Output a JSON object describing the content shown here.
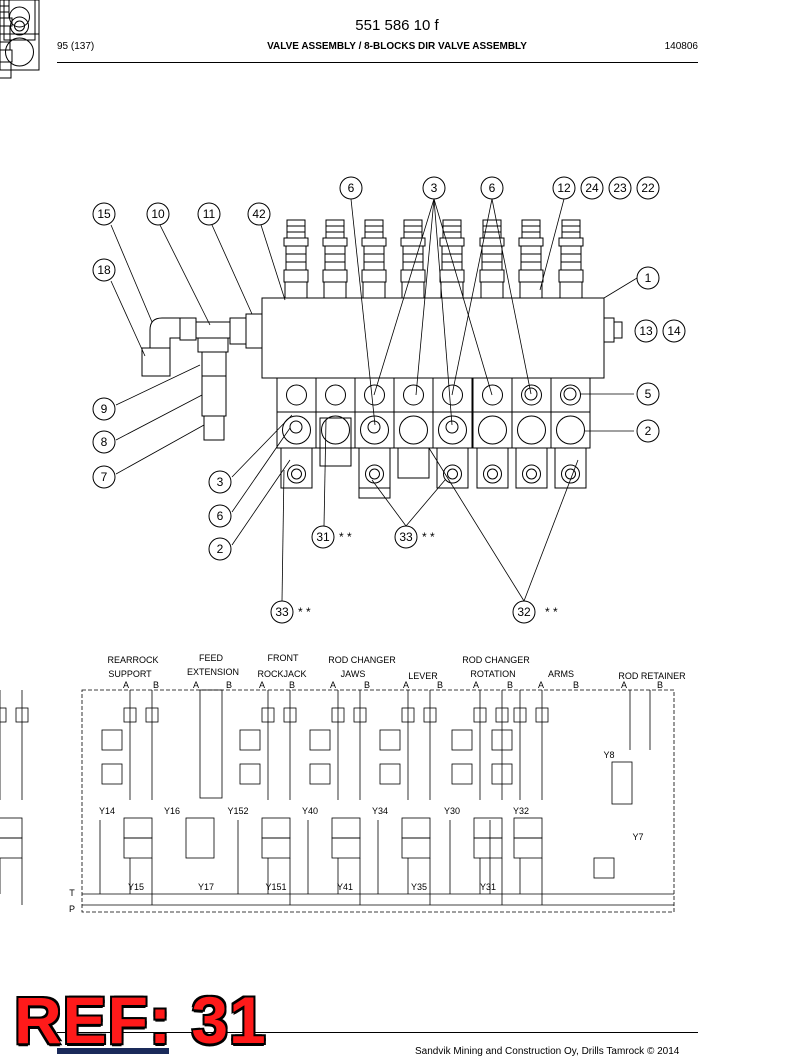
{
  "header": {
    "doc_number": "551 586 10 f",
    "page": "95 (137)",
    "title": "VALVE ASSEMBLY / 8-BLOCKS DIR VALVE ASSEMBLY",
    "date": "140806"
  },
  "callouts": {
    "c6a": "6",
    "c3a": "3",
    "c6b": "6",
    "c12": "12",
    "c24": "24",
    "c23": "23",
    "c22": "22",
    "c15": "15",
    "c10": "10",
    "c11": "11",
    "c42": "42",
    "c18": "18",
    "c1": "1",
    "c13": "13",
    "c14": "14",
    "c5": "5",
    "c9": "9",
    "c2a": "2",
    "c8": "8",
    "c7": "7",
    "c3b": "3",
    "c6c": "6",
    "c2b": "2",
    "c31": "31",
    "c33a": "33",
    "c33b": "33",
    "c32": "32"
  },
  "asterisks": "* *",
  "schematic": {
    "sections": {
      "rearrock": [
        "REARROCK",
        "SUPPORT"
      ],
      "feed": [
        "FEED",
        "EXTENSION"
      ],
      "front": [
        "FRONT",
        "ROCKJACK"
      ],
      "rodjaws": [
        "ROD CHANGER",
        "JAWS"
      ],
      "lever": [
        "LEVER"
      ],
      "rodrot": [
        "ROD CHANGER",
        "ROTATION"
      ],
      "arms": [
        "ARMS"
      ],
      "retainer": [
        "ROD RETAINER"
      ]
    },
    "port_a": "A",
    "port_b": "B",
    "solenoids_top": [
      "Y14",
      "Y16",
      "Y152",
      "Y40",
      "Y34",
      "Y30",
      "Y32",
      "Y8"
    ],
    "solenoids_bottom": [
      "Y15",
      "Y17",
      "Y151",
      "Y41",
      "Y35",
      "Y31",
      "Y7"
    ],
    "line_t": "T",
    "line_p": "P"
  },
  "watermark": "REF: 31",
  "footer": "Sandvik Mining and Construction Oy, Drills Tamrock © 2014"
}
